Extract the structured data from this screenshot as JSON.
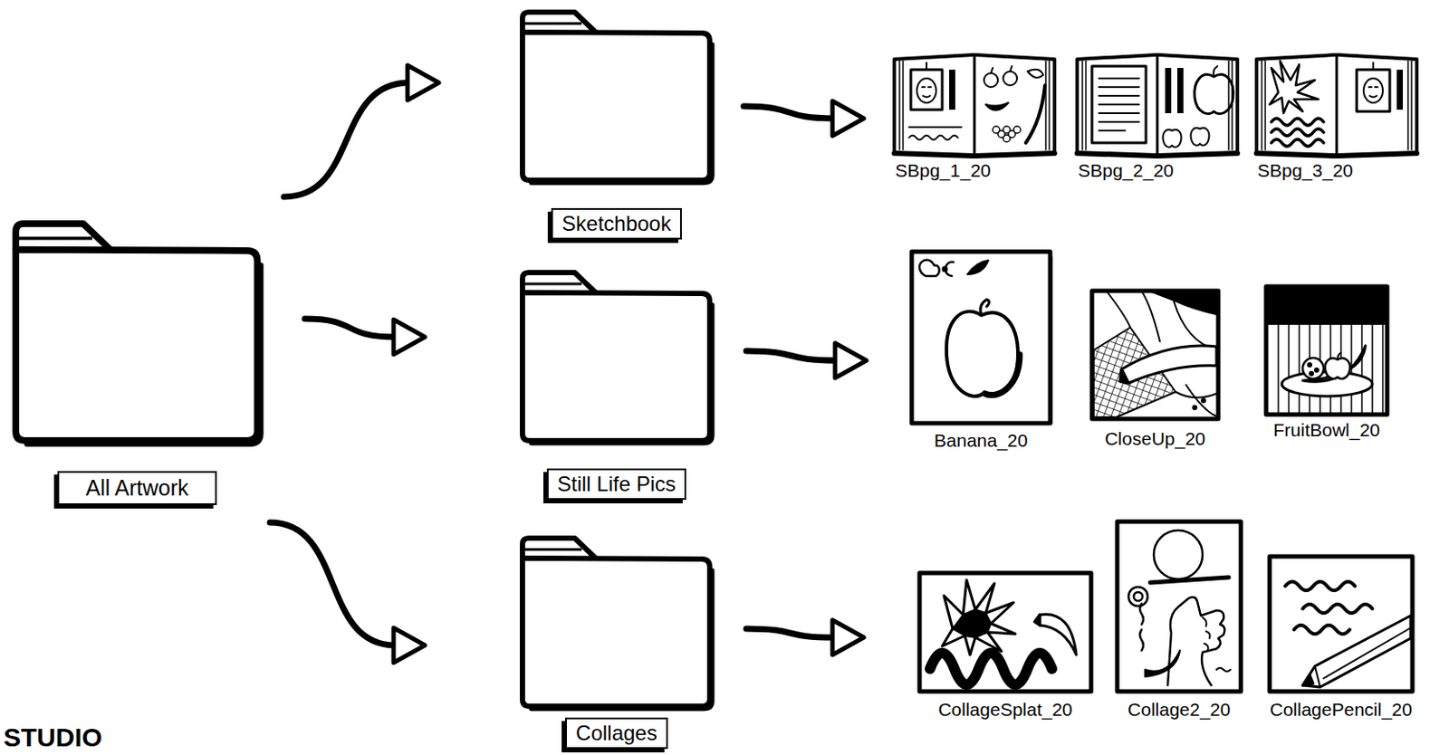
{
  "diagram": {
    "nodes": [
      {
        "text": [
          "All Artwork"
        ]
      },
      {
        "text": [
          "Sketchbook"
        ]
      },
      {
        "text": [
          "Still Life Pics"
        ]
      },
      {
        "text": [
          "Collages"
        ]
      },
      {
        "text": [
          "SBpg_1_20"
        ]
      },
      {
        "text": [
          "SBpg_2_20"
        ]
      },
      {
        "text": [
          "SBpg_3_20"
        ]
      },
      {
        "text": [
          "Banana_20"
        ]
      },
      {
        "text": [
          "CloseUp_20"
        ]
      },
      {
        "text": [
          "FruitBowl_20"
        ]
      },
      {
        "text": [
          "CollageSplat_20"
        ]
      },
      {
        "text": [
          "Collage2_20"
        ]
      },
      {
        "text": [
          "CollagePencil_20"
        ]
      }
    ],
    "edges": [
      {
        "from": 0,
        "to": 1,
        "arrow": "to"
      },
      {
        "from": 0,
        "to": 2,
        "arrow": "to"
      },
      {
        "from": 0,
        "to": 3,
        "arrow": "to"
      },
      {
        "from": 1,
        "to": 4,
        "arrow": "to"
      },
      {
        "from": 2,
        "to": 7,
        "arrow": "to"
      },
      {
        "from": 3,
        "to": 10,
        "arrow": "to"
      }
    ],
    "labels": [
      "STUDIO"
    ]
  }
}
